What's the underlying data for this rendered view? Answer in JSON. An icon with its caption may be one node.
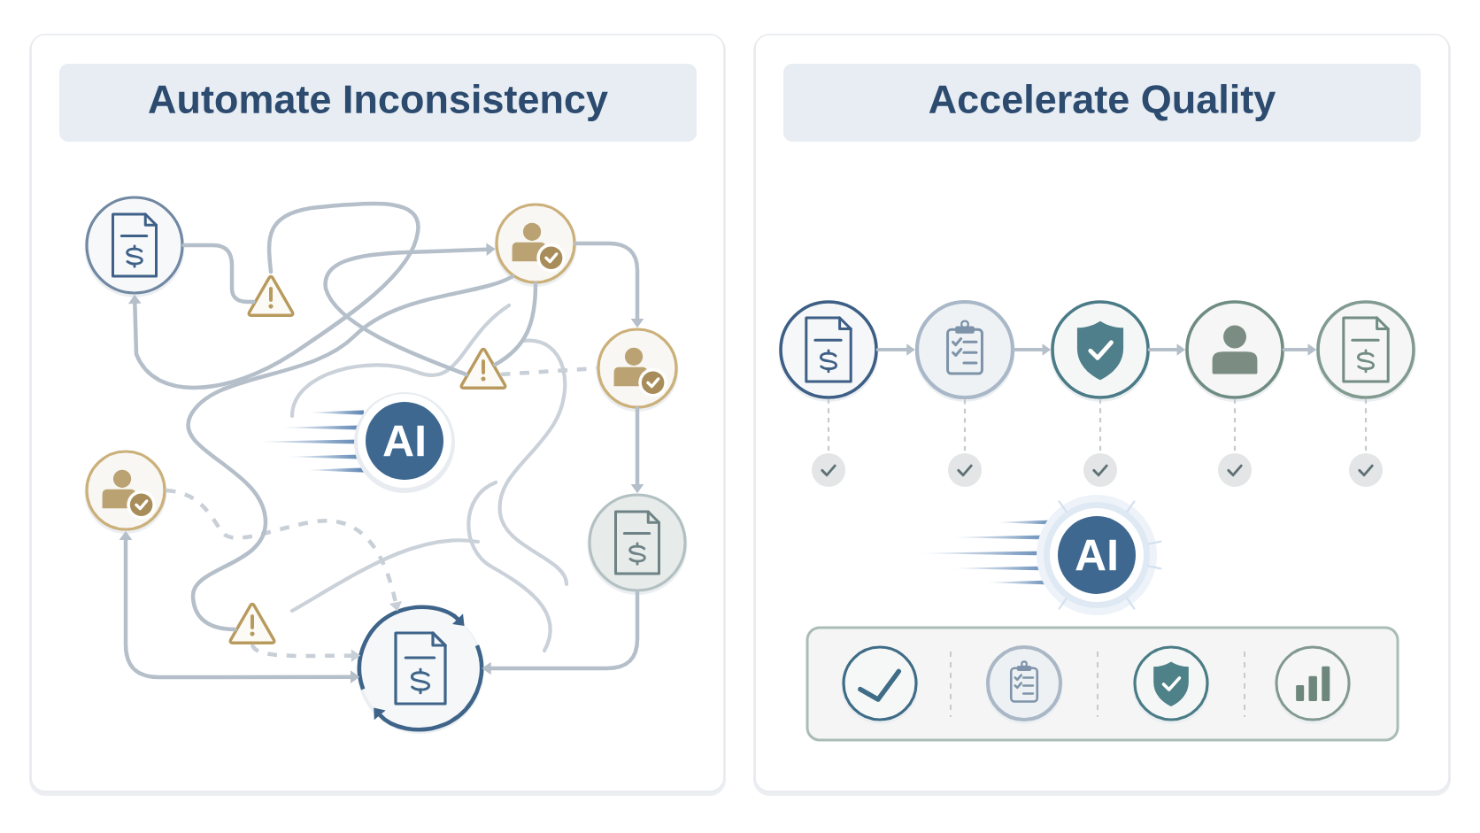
{
  "diagram": {
    "nodes": [
      {
        "text": [
          "Automate Inconsistency"
        ]
      },
      {
        "text": [],
        "shape": "circle",
        "in": 0
      },
      {
        "text": [],
        "shape": "triangle",
        "in": 0
      },
      {
        "text": [],
        "shape": "circle",
        "in": 0
      },
      {
        "text": [],
        "shape": "triangle",
        "in": 0
      },
      {
        "text": [],
        "shape": "circle",
        "in": 0
      },
      {
        "text": [
          "AI"
        ],
        "in": 0
      },
      {
        "text": [],
        "shape": "circle",
        "in": 0
      },
      {
        "text": [],
        "shape": "circle",
        "in": 0
      },
      {
        "text": [],
        "shape": "triangle",
        "in": 0
      },
      {
        "text": [],
        "shape": "circle",
        "in": 0
      },
      {
        "text": [
          "Accelerate Quality"
        ]
      },
      {
        "text": [],
        "shape": "circle",
        "in": 11
      },
      {
        "text": [],
        "shape": "circle",
        "in": 11
      },
      {
        "text": [],
        "shape": "circle",
        "in": 11
      },
      {
        "text": [],
        "shape": "circle",
        "in": 11
      },
      {
        "text": [],
        "shape": "circle",
        "in": 11
      },
      {
        "text": [],
        "shape": "circle",
        "in": 11
      },
      {
        "text": [],
        "shape": "circle",
        "in": 11
      },
      {
        "text": [],
        "shape": "circle",
        "in": 11
      },
      {
        "text": [],
        "shape": "circle",
        "in": 11
      },
      {
        "text": [],
        "shape": "circle",
        "in": 11
      },
      {
        "text": [
          "AI"
        ],
        "in": 11
      },
      {
        "text": [],
        "shape": "box",
        "in": 11
      },
      {
        "text": [],
        "shape": "circle",
        "in": 23
      },
      {
        "text": [],
        "shape": "circle",
        "in": 23
      },
      {
        "text": [],
        "shape": "circle",
        "in": 23
      },
      {
        "text": [],
        "shape": "circle",
        "in": 23
      }
    ],
    "edges": [
      {
        "from": 1,
        "to": 2,
        "arrow": "none"
      },
      {
        "from": 2,
        "to": 1,
        "arrow": "to"
      },
      {
        "from": 4,
        "to": 3,
        "arrow": "to"
      },
      {
        "from": 3,
        "to": 4,
        "arrow": "none"
      },
      {
        "from": 3,
        "to": 5,
        "arrow": "to"
      },
      {
        "from": 5,
        "to": 8,
        "arrow": "to"
      },
      {
        "from": 4,
        "to": 5,
        "arrow": "none",
        "style": "dashed",
        "color": "#c8cfd7"
      },
      {
        "from": 8,
        "to": 10,
        "arrow": "to"
      },
      {
        "from": 7,
        "to": 10,
        "arrow": "both"
      },
      {
        "from": 9,
        "to": 10,
        "arrow": "to",
        "style": "dashed",
        "color": "#c8cfd7"
      },
      {
        "from": 7,
        "to": 10,
        "arrow": "to",
        "style": "dashed",
        "color": "#c8cfd7"
      },
      {
        "from": 3,
        "to": 9,
        "arrow": "none"
      },
      {
        "from": 12,
        "to": 13,
        "arrow": "to"
      },
      {
        "from": 13,
        "to": 14,
        "arrow": "to"
      },
      {
        "from": 14,
        "to": 15,
        "arrow": "to"
      },
      {
        "from": 15,
        "to": 16,
        "arrow": "to"
      },
      {
        "from": 12,
        "to": 17,
        "arrow": "none",
        "style": "dashed",
        "color": "#c5cacd"
      },
      {
        "from": 13,
        "to": 18,
        "arrow": "none",
        "style": "dashed",
        "color": "#c5cacd"
      },
      {
        "from": 14,
        "to": 19,
        "arrow": "none",
        "style": "dashed",
        "color": "#c5cacd"
      },
      {
        "from": 15,
        "to": 20,
        "arrow": "none",
        "style": "dashed",
        "color": "#c5cacd"
      },
      {
        "from": 16,
        "to": 21,
        "arrow": "none",
        "style": "dashed",
        "color": "#c5cacd"
      }
    ]
  }
}
